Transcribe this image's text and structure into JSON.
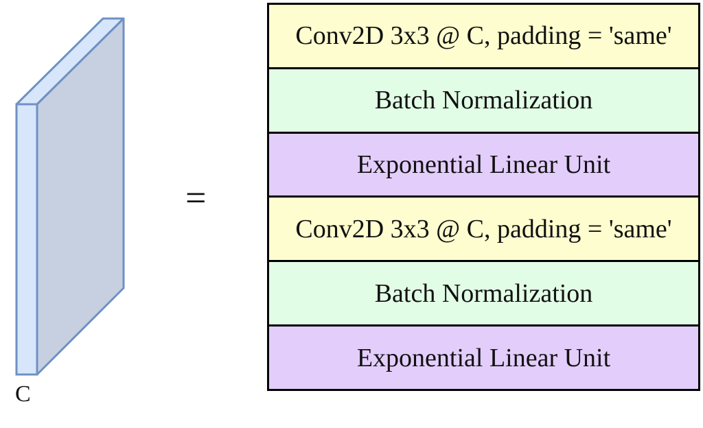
{
  "block_label": "C",
  "equals": "=",
  "colors": {
    "block_front": "#d8e6fb",
    "block_side": "#c6d0e1",
    "block_stroke": "#6f91c3",
    "conv": "#fdfdcf",
    "batch_norm": "#e2fde6",
    "activation": "#e3cdfb",
    "border": "#000000"
  },
  "layers": [
    {
      "type": "conv",
      "label": "Conv2D 3x3 @ C, padding = 'same'"
    },
    {
      "type": "bn",
      "label": "Batch Normalization"
    },
    {
      "type": "act",
      "label": "Exponential Linear Unit"
    },
    {
      "type": "conv",
      "label": "Conv2D 3x3 @ C, padding = 'same'"
    },
    {
      "type": "bn",
      "label": "Batch Normalization"
    },
    {
      "type": "act",
      "label": "Exponential Linear Unit"
    }
  ]
}
